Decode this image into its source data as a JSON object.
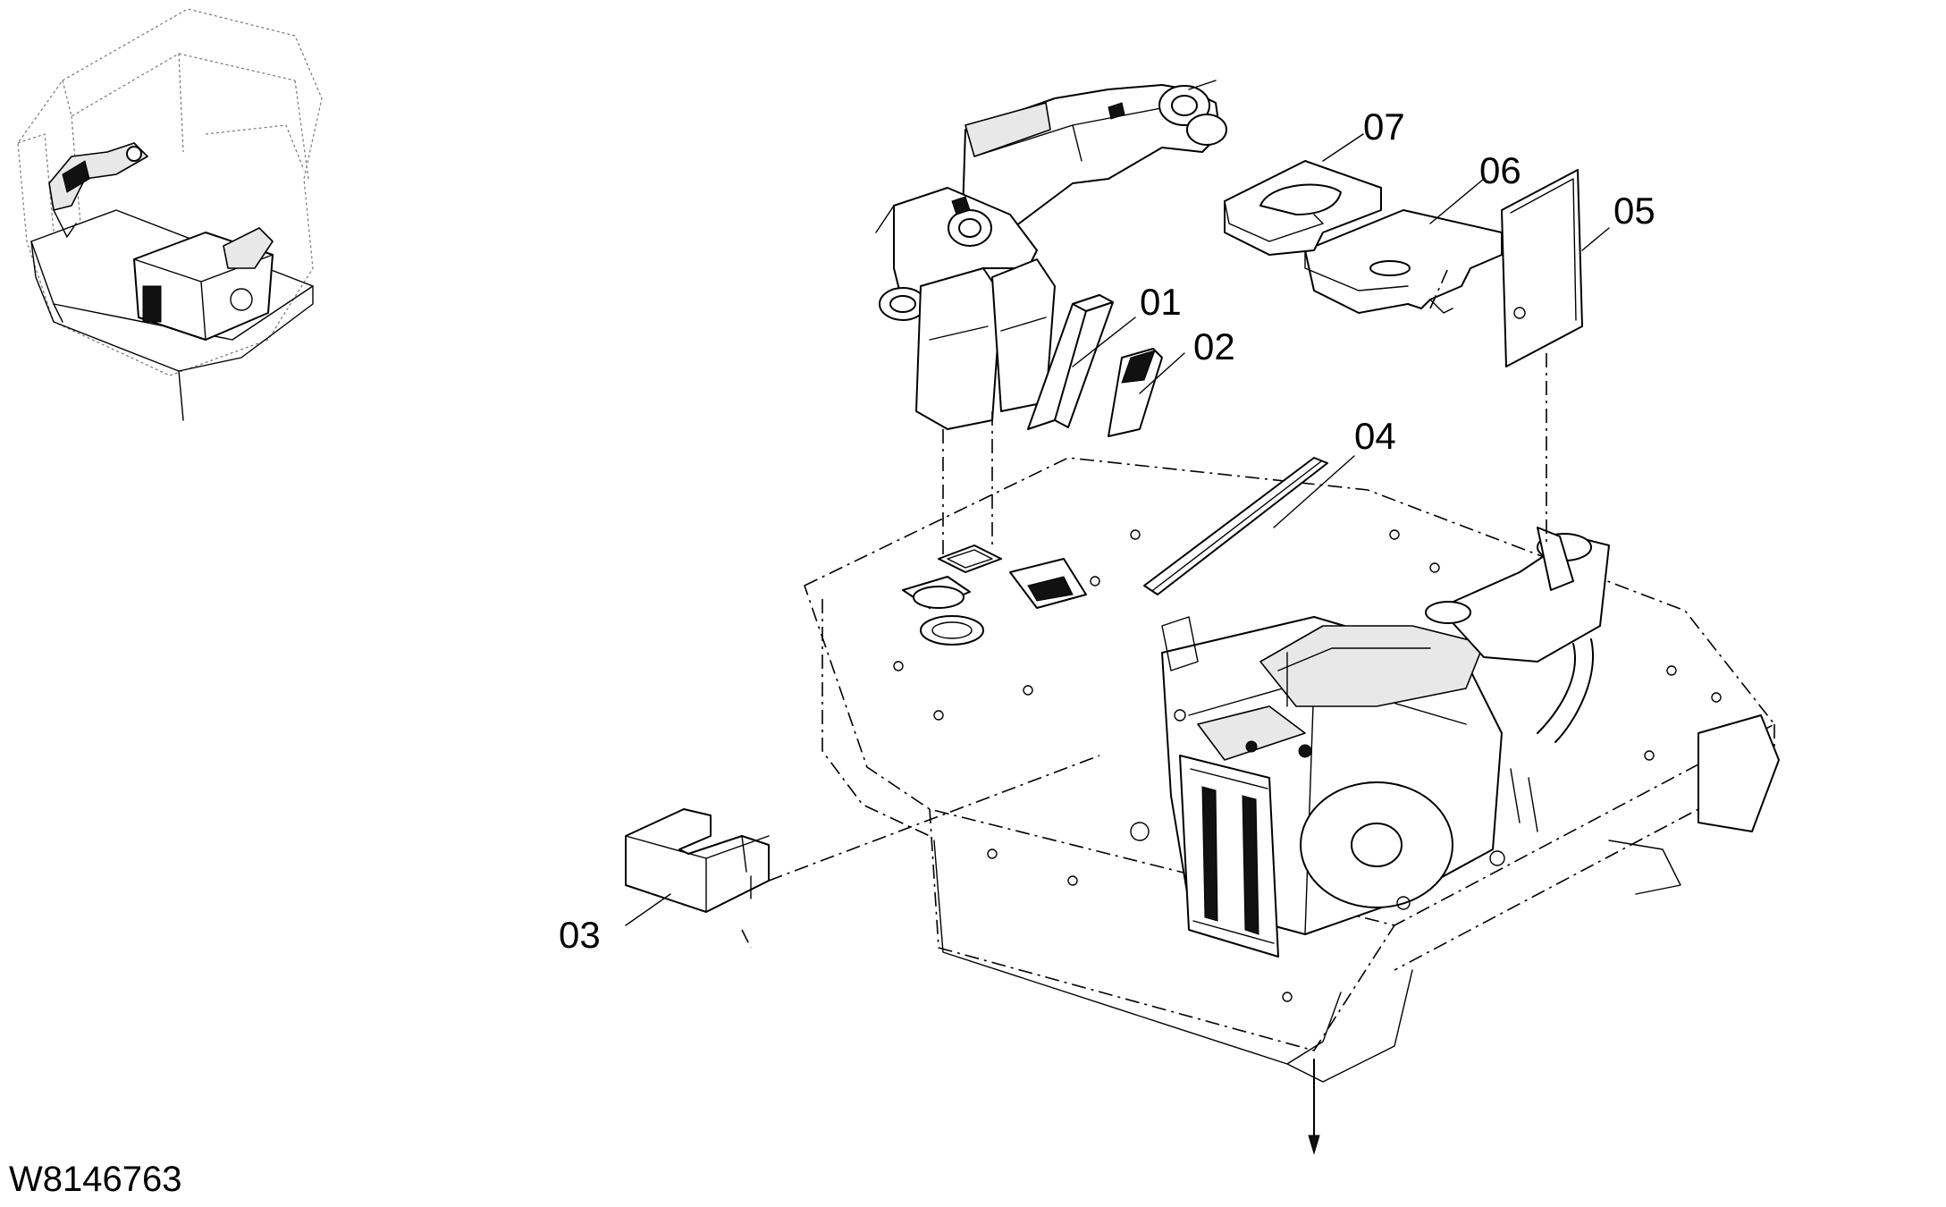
{
  "figure_number": "W8146763",
  "callouts": {
    "p01": "01",
    "p02": "02",
    "p03": "03",
    "p04": "04",
    "p05": "05",
    "p06": "06",
    "p07": "07"
  }
}
